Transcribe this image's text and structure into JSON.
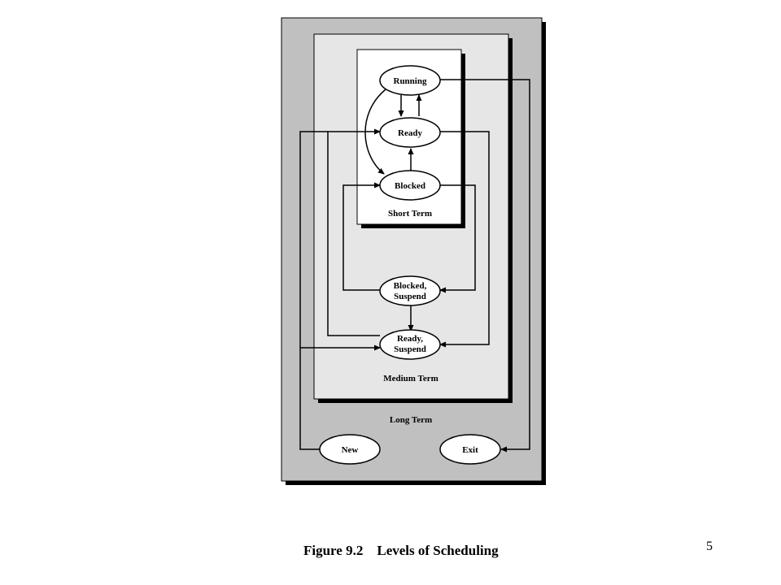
{
  "diagram": {
    "regions": {
      "long_term": "Long Term",
      "medium_term": "Medium Term",
      "short_term": "Short Term"
    },
    "states": {
      "running": [
        "Running"
      ],
      "ready": [
        "Ready"
      ],
      "blocked": [
        "Blocked"
      ],
      "blocked_suspend": [
        "Blocked,",
        "Suspend"
      ],
      "ready_suspend": [
        "Ready,",
        "Suspend"
      ],
      "new": [
        "New"
      ],
      "exit": [
        "Exit"
      ]
    },
    "colors": {
      "long_term_fill": "#c0c0c0",
      "medium_term_fill": "#e6e6e6",
      "short_term_fill": "#ffffff",
      "shadow": "#000000"
    }
  },
  "caption": {
    "figure": "Figure 9.2",
    "title": "Levels of Scheduling"
  },
  "page_number": "5"
}
